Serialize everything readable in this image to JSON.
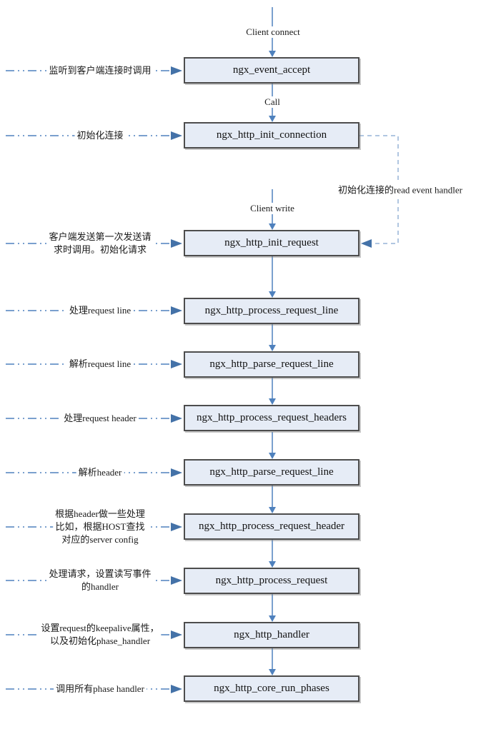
{
  "diagram": {
    "flow_labels": {
      "client_connect": "Client connect",
      "call": "Call",
      "client_write": "Client write",
      "read_event_handler_note": "初始化连接的read event handler"
    },
    "nodes": [
      {
        "label": "ngx_event_accept"
      },
      {
        "label": "ngx_http_init_connection"
      },
      {
        "label": "ngx_http_init_request"
      },
      {
        "label": "ngx_http_process_request_line"
      },
      {
        "label": "ngx_http_parse_request_line"
      },
      {
        "label": "ngx_http_process_request_headers"
      },
      {
        "label": "ngx_http_parse_request_line"
      },
      {
        "label": "ngx_http_process_request_header"
      },
      {
        "label": "ngx_http_process_request"
      },
      {
        "label": "ngx_http_handler"
      },
      {
        "label": "ngx_http_core_run_phases"
      }
    ],
    "annotations": [
      {
        "lines": [
          "监听到客户端连接时调用"
        ]
      },
      {
        "lines": [
          "初始化连接"
        ]
      },
      {
        "lines": [
          "客户端发送第一次发送请",
          "求时调用。初始化请求"
        ]
      },
      {
        "lines": [
          "处理request line"
        ]
      },
      {
        "lines": [
          "解析request line"
        ]
      },
      {
        "lines": [
          "处理request header"
        ]
      },
      {
        "lines": [
          "解析header"
        ]
      },
      {
        "lines": [
          "根据header做一些处理",
          "比如，根据HOST查找",
          "对应的server config"
        ]
      },
      {
        "lines": [
          "处理请求，设置读写事件",
          "的handler"
        ]
      },
      {
        "lines": [
          "设置request的keepalive属性，",
          "以及初始化phase_handler"
        ]
      },
      {
        "lines": [
          "调用所有phase handler"
        ]
      }
    ],
    "colors": {
      "accent_blue": "#4f81bd",
      "dashed_blue": "#95b3d7",
      "node_fill": "#e6ecf6",
      "node_border": "#4d4d4d"
    }
  }
}
